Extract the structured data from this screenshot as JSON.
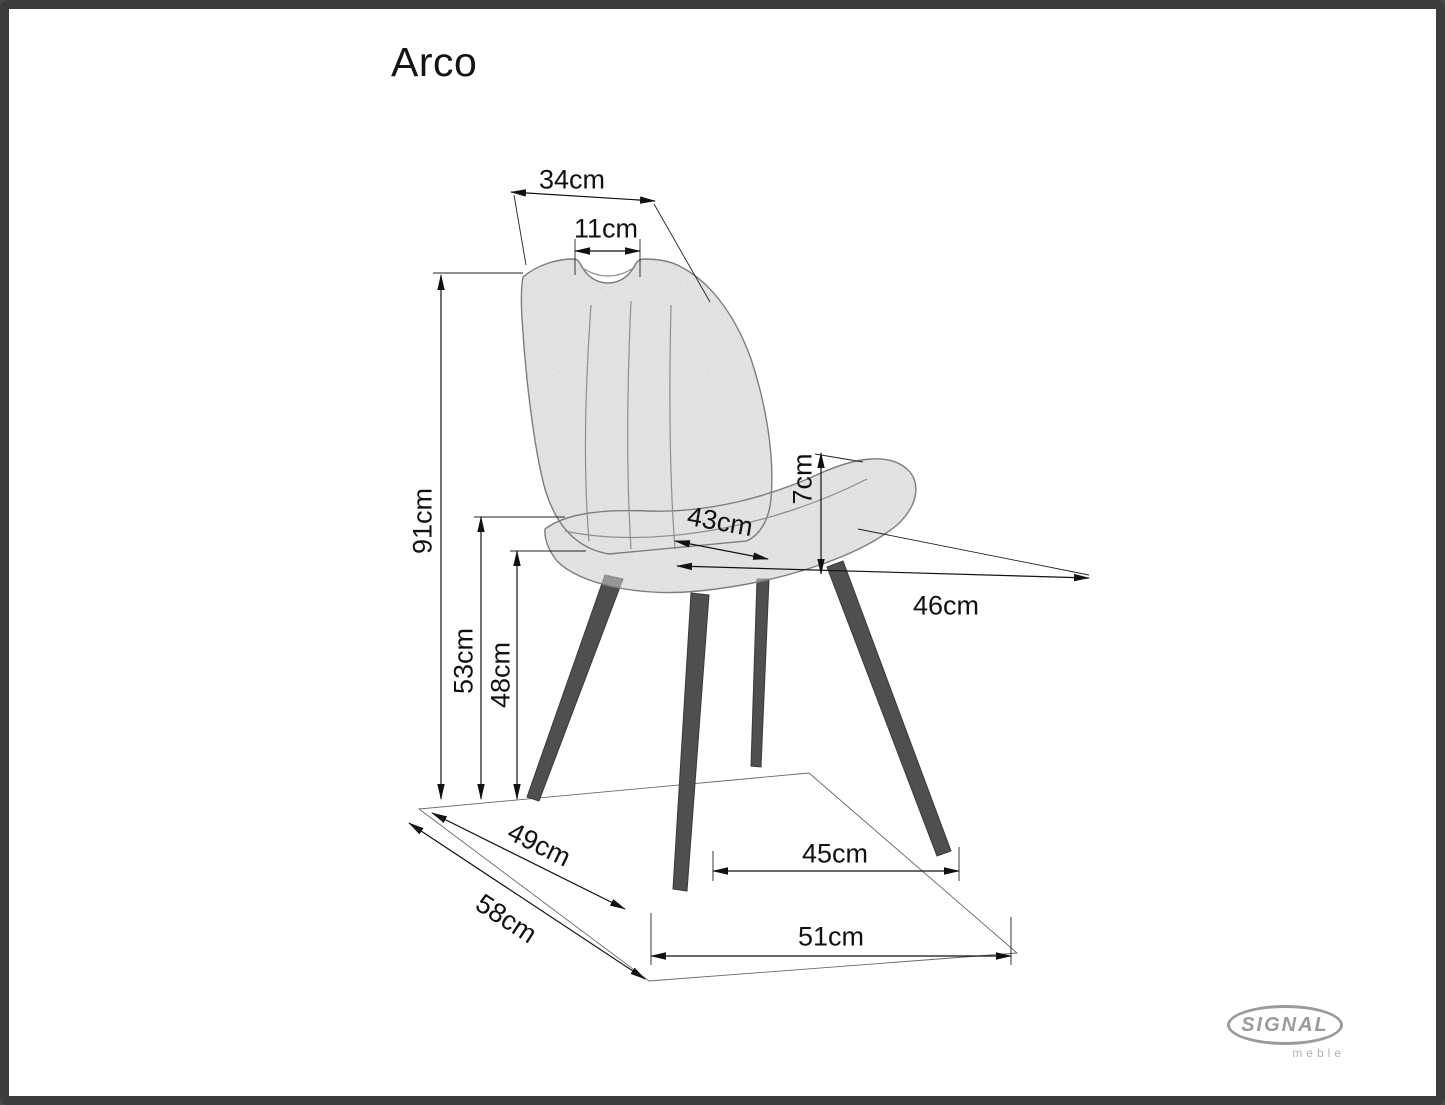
{
  "title": "Arco",
  "dimensions": {
    "back_top_width": "34cm",
    "handle_width": "11cm",
    "total_height": "91cm",
    "backrest_side_height": "53cm",
    "seat_height": "48cm",
    "seat_cushion_depth": "43cm",
    "cushion_thickness": "7cm",
    "seat_depth": "46cm",
    "base_inner_depth": "49cm",
    "base_depth": "58cm",
    "base_inner_width": "45cm",
    "base_width": "51cm"
  },
  "branding": {
    "brand_name": "SIGNAL",
    "brand_sub": "meble"
  },
  "colors": {
    "line": "#1a1a1a",
    "fabric": "#a9a9a9",
    "legs": "#4f4f4f",
    "brand_gray": "#9b9b9b"
  }
}
